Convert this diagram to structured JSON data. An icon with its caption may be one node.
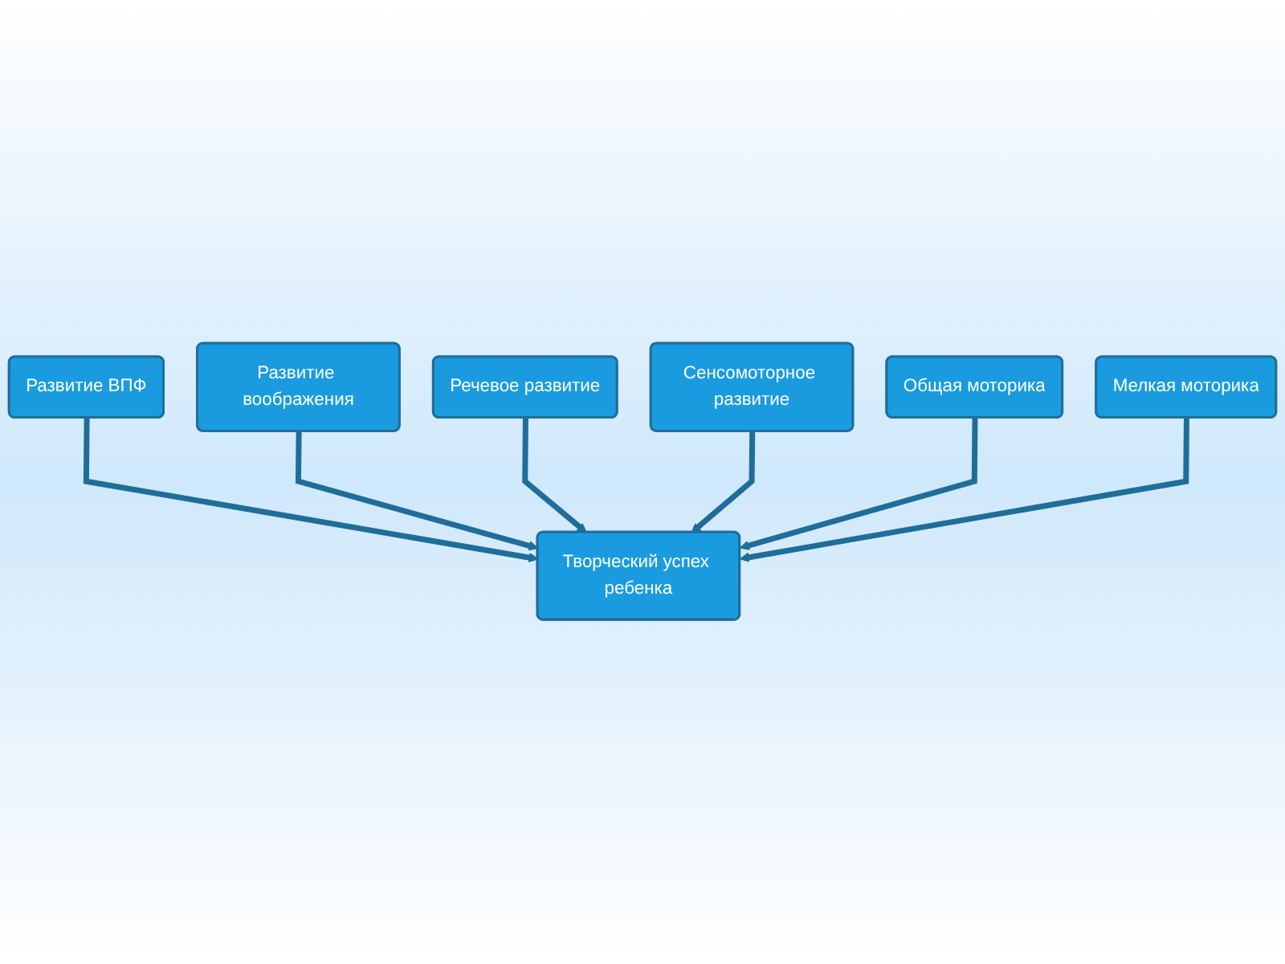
{
  "diagram": {
    "nodes": [
      {
        "text": [
          "Развитие ВПФ"
        ]
      },
      {
        "text": [
          "Развитие воображения"
        ]
      },
      {
        "text": [
          "Речевое развитие"
        ]
      },
      {
        "text": [
          "Творческий успех ребенка"
        ]
      },
      {
        "text": [
          "Сенсомоторное развитие"
        ]
      },
      {
        "text": [
          "Общая моторика"
        ]
      },
      {
        "text": [
          "Мелкая моторика"
        ]
      }
    ],
    "edges": [
      {
        "from": 0,
        "to": 3,
        "arrow": "to"
      },
      {
        "from": 1,
        "to": 3,
        "arrow": "to"
      },
      {
        "from": 2,
        "to": 3,
        "arrow": "to"
      },
      {
        "from": 4,
        "to": 3,
        "arrow": "to"
      },
      {
        "from": 5,
        "to": 3,
        "arrow": "to"
      },
      {
        "from": 6,
        "to": 3,
        "arrow": "to"
      }
    ]
  }
}
